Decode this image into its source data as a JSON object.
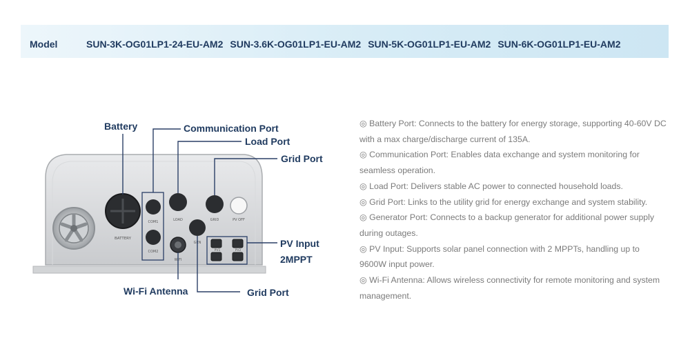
{
  "model": {
    "label": "Model",
    "items": [
      "SUN-3K-OG01LP1-24-EU-AM2",
      "SUN-3.6K-OG01LP1-EU-AM2",
      "SUN-5K-OG01LP1-EU-AM2",
      "SUN-6K-OG01LP1-EU-AM2"
    ]
  },
  "callouts": {
    "battery": "Battery",
    "communication_port": "Communication Port",
    "load_port": "Load Port",
    "grid_port_top": "Grid Port",
    "pv_input_line1": "PV Input",
    "pv_input_line2": "2MPPT",
    "wifi_antenna": "Wi-Fi Antenna",
    "grid_port_bottom": "Grid Port"
  },
  "device_labels": {
    "battery": "BATTERY",
    "com1": "COM1",
    "com2": "COM2",
    "load": "LOAD",
    "grid": "GRID",
    "pv_off": "PV OFF",
    "gen": "GEN",
    "wifi": "WIFI",
    "pv1": "PV1",
    "pv2": "PV2"
  },
  "descriptions": [
    "◎ Battery Port: Connects to the battery for energy storage, supporting 40-60V DC with a max charge/discharge current of 135A.",
    "◎ Communication Port: Enables data exchange and system monitoring for seamless operation.",
    "◎ Load Port: Delivers stable AC power to connected household loads.",
    "◎ Grid Port: Links to the utility grid for energy exchange and system stability.",
    "◎ Generator Port: Connects to a backup generator for additional power supply during outages.",
    "◎ PV Input: Supports solar panel connection with 2 MPPTs, handling up to 9600W input power.",
    "◎ Wi-Fi Antenna: Allows wireless connectivity for remote monitoring and system management."
  ],
  "colors": {
    "heading": "#1f3a5f",
    "callout_line": "#2a3f66",
    "body_text": "#7a7a7a",
    "model_bar": "#d7ecf6"
  }
}
